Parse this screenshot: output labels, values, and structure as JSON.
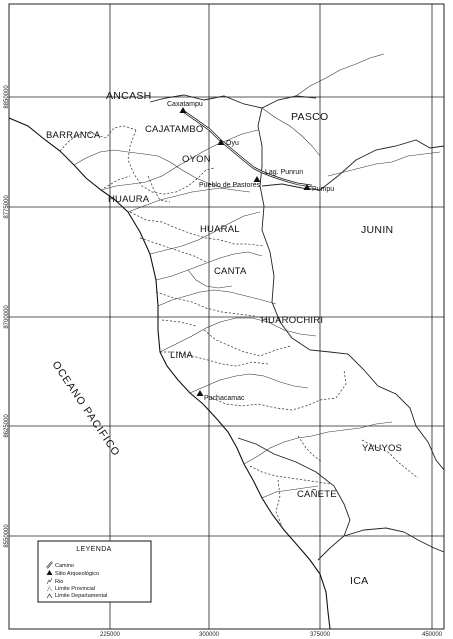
{
  "regions": {
    "ancash": "ANCASH",
    "pasco": "PASCO",
    "junin": "JUNIN",
    "ica": "ICA",
    "barranca": "BARRANCA",
    "cajatambo": "CAJATAMBO",
    "oyon": "OYON",
    "huaura": "HUAURA",
    "huaral": "HUARAL",
    "canta": "CANTA",
    "huarochiri": "HUAROCHIRI",
    "lima": "LIMA",
    "yauyos": "YAUYOS",
    "canete": "CAÑETE"
  },
  "ocean_label": "OCEANO PACIFICO",
  "sites": {
    "caxatampu": "Caxatampu",
    "oyu": "Oyu",
    "pueblo_de_pastores": "Pueblo de Pastores",
    "lag_punrun": "Lag. Punrun",
    "pumpu": "Pumpu",
    "pachacamac": "Pachacamac"
  },
  "x_ticks": [
    "225000",
    "300000",
    "375000",
    "450000"
  ],
  "y_ticks": [
    "8850000",
    "8775000",
    "8700000",
    "8625000",
    "8550000"
  ],
  "legend": {
    "title": "LEYENDA",
    "items": [
      {
        "symbol": "road-symbol",
        "label": "Camino"
      },
      {
        "symbol": "archaeological-site-symbol",
        "label": "Sitio Arqueológico"
      },
      {
        "symbol": "river-symbol",
        "label": "Rio"
      },
      {
        "symbol": "provincial-boundary-symbol",
        "label": "Limite Provincial"
      },
      {
        "symbol": "departmental-boundary-symbol",
        "label": "Limite Departamental"
      }
    ]
  }
}
